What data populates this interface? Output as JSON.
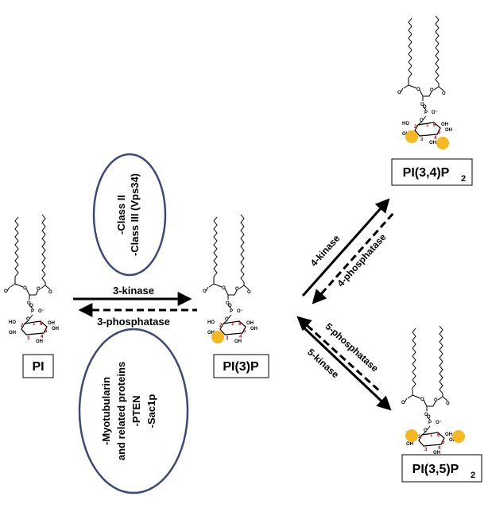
{
  "compounds": {
    "pi": "PI",
    "pi3p": "PI(3)P",
    "pi34p2_main": "PI(3,4)P",
    "pi34p2_sub": "2",
    "pi35p2_main": "PI(3,5)P",
    "pi35p2_sub": "2"
  },
  "arrows": {
    "kinase3": "3-kinase",
    "phosphatase3": "3-phosphatase",
    "kinase4": "4-kinase",
    "phosphatase4": "4-phosphatase",
    "phosphatase5": "5-phosphatase",
    "kinase5": "5-kinase"
  },
  "kinase_enzymes": [
    "-Class II",
    "-Class III (Vps34)"
  ],
  "phosphatase_enzymes": [
    "-Myotubularin",
    "and related proteins",
    "-PTEN",
    "-Sac1p"
  ],
  "molecule": {
    "phosphate_label": "O⁻",
    "ring_numbers": [
      "1",
      "2",
      "3",
      "4",
      "5",
      "6"
    ],
    "oh": "OH",
    "ho": "HO"
  },
  "colors": {
    "phosphate": "#f5b820",
    "ellipse": "#3b4a7a",
    "ring_number": "#c00000"
  }
}
